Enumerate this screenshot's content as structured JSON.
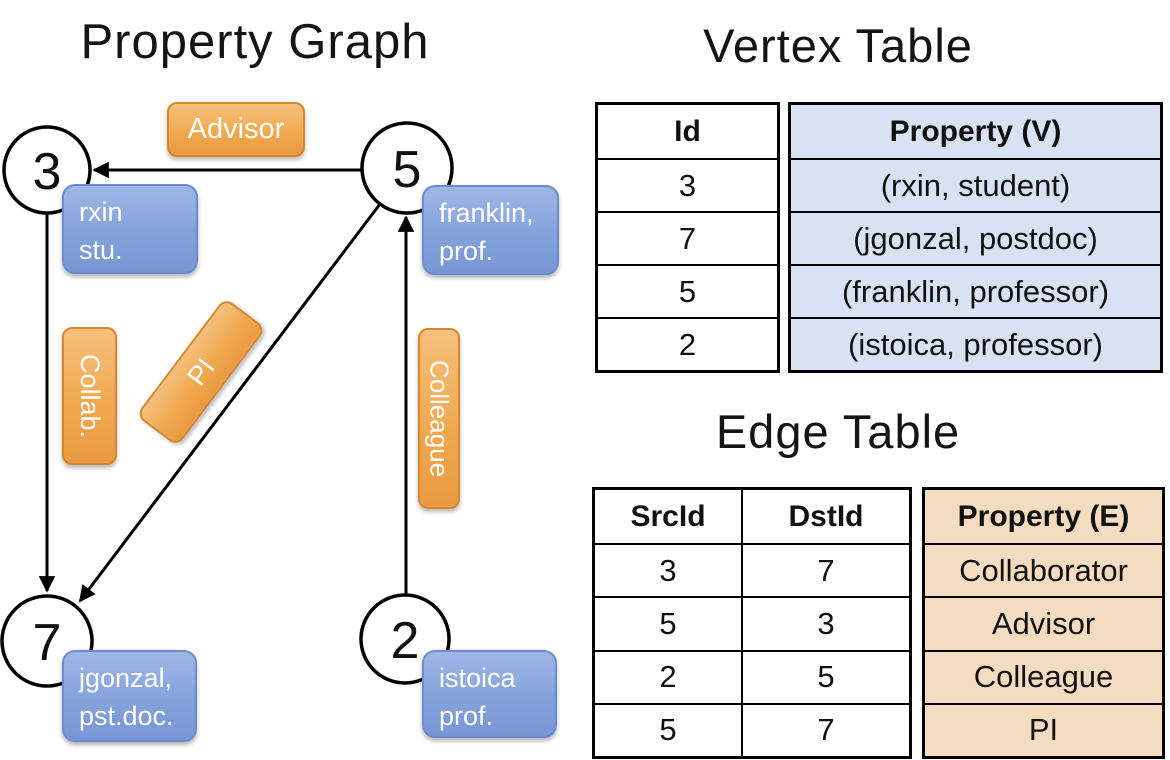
{
  "titles": {
    "graph": "Property Graph",
    "vertex": "Vertex Table",
    "edge": "Edge Table"
  },
  "colors": {
    "edge_label_orange": "#EFA74F",
    "vertex_box_blue": "#84A2DA",
    "vertex_cell_blue": "#D9E2F2",
    "edge_cell_orange": "#F4DCC0",
    "line_black": "#000000"
  },
  "graph": {
    "nodes": [
      {
        "id": "3",
        "line1": "rxin",
        "line2": "stu."
      },
      {
        "id": "5",
        "line1": "franklin,",
        "line2": "prof."
      },
      {
        "id": "7",
        "line1": "jgonzal,",
        "line2": "pst.doc."
      },
      {
        "id": "2",
        "line1": "istoica",
        "line2": "prof."
      }
    ],
    "edges": [
      {
        "label": "Advisor",
        "from": "5",
        "to": "3"
      },
      {
        "label": "Collab.",
        "from": "3",
        "to": "7"
      },
      {
        "label": "PI",
        "from": "5",
        "to": "7"
      },
      {
        "label": "Colleague",
        "from": "2",
        "to": "5"
      }
    ]
  },
  "vertex_table": {
    "columns": [
      "Id",
      "Property (V)"
    ],
    "rows": [
      [
        "3",
        "(rxin, student)"
      ],
      [
        "7",
        "(jgonzal, postdoc)"
      ],
      [
        "5",
        "(franklin, professor)"
      ],
      [
        "2",
        "(istoica, professor)"
      ]
    ]
  },
  "edge_table": {
    "columns": [
      "SrcId",
      "DstId",
      "Property (E)"
    ],
    "rows": [
      [
        "3",
        "7",
        "Collaborator"
      ],
      [
        "5",
        "3",
        "Advisor"
      ],
      [
        "2",
        "5",
        "Colleague"
      ],
      [
        "5",
        "7",
        "PI"
      ]
    ]
  }
}
